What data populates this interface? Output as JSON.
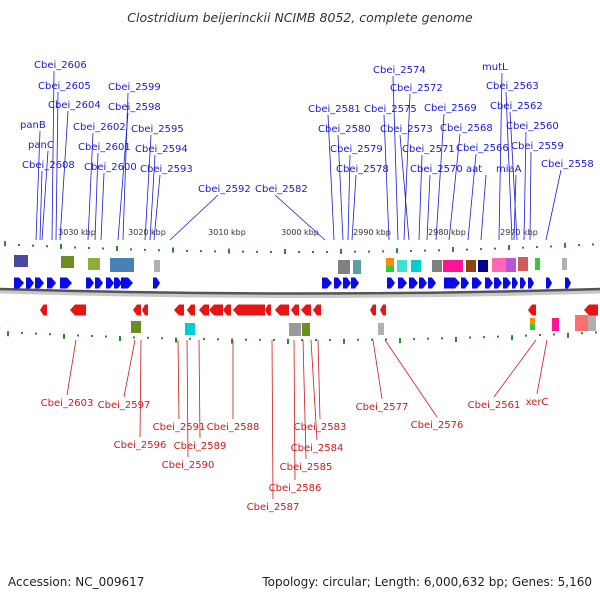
{
  "title": "Clostridium beijerinckii NCIMB 8052, complete genome",
  "footer": {
    "accession": "Accession: NC_009617",
    "summary": "Topology: circular; Length: 6,000,632 bp; Genes: 5,160"
  },
  "colors": {
    "top_label": "#1a1ad0",
    "bottom_label": "#cc1a1a",
    "forward_gene": "#0a0ae6",
    "reverse_gene": "#e61414",
    "scale_tick": "#2a8a2a",
    "backbone": "#555555"
  },
  "scale": {
    "kbp_labels": [
      "3030 kbp",
      "3020 kbp",
      "3010 kbp",
      "3000 kbp",
      "2990 kbp",
      "2980 kbp",
      "2970 kbp"
    ]
  },
  "top_labels": [
    "Cbei_2606",
    "Cbei_2605",
    "Cbei_2604",
    "panB",
    "panC",
    "Cbei_2608",
    "Cbei_2599",
    "Cbei_2598",
    "Cbei_2602",
    "Cbei_2601",
    "Cbei_2600",
    "Cbei_2595",
    "Cbei_2594",
    "Cbei_2593",
    "Cbei_2592",
    "Cbei_2582",
    "Cbei_2581",
    "Cbei_2580",
    "Cbei_2579",
    "Cbei_2578",
    "Cbei_2574",
    "Cbei_2572",
    "Cbei_2575",
    "Cbei_2573",
    "Cbei_2571",
    "Cbei_2570",
    "Cbei_2569",
    "Cbei_2568",
    "Cbei_2566",
    "aat",
    "mutL",
    "Cbei_2563",
    "Cbei_2562",
    "Cbei_2560",
    "Cbei_2559",
    "miaA",
    "Cbei_2558"
  ],
  "bottom_labels": [
    "Cbei_2603",
    "Cbei_2597",
    "Cbei_2596",
    "Cbei_2591",
    "Cbei_2589",
    "Cbei_2590",
    "Cbei_2588",
    "Cbei_2587",
    "Cbei_2586",
    "Cbei_2585",
    "Cbei_2584",
    "Cbei_2583",
    "Cbei_2577",
    "Cbei_2576",
    "Cbei_2561",
    "xerC"
  ]
}
